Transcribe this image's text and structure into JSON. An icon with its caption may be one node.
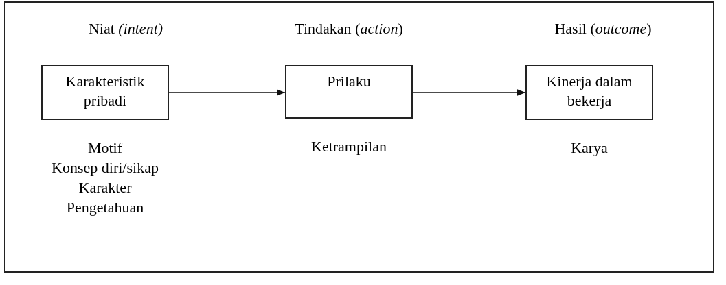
{
  "diagram": {
    "nodes": [
      {
        "text": [
          "Niat *(intent)*",
          "Karakteristik pribadi"
        ],
        "beside": [
          "Motif",
          "Konsep diri/sikap",
          "Karakter",
          "Pengetahuan"
        ]
      },
      {
        "text": [
          "Tindakan (*action*)",
          "Prilaku"
        ],
        "beside": [
          "Ketrampilan"
        ]
      },
      {
        "text": [
          "Hasil (*outcome*)",
          "Kinerja dalam bekerja"
        ],
        "beside": [
          "Karya"
        ]
      }
    ],
    "edges": [
      {
        "from": 0,
        "to": 1,
        "arrow": "to"
      },
      {
        "from": 1,
        "to": 2,
        "arrow": "to"
      }
    ]
  }
}
